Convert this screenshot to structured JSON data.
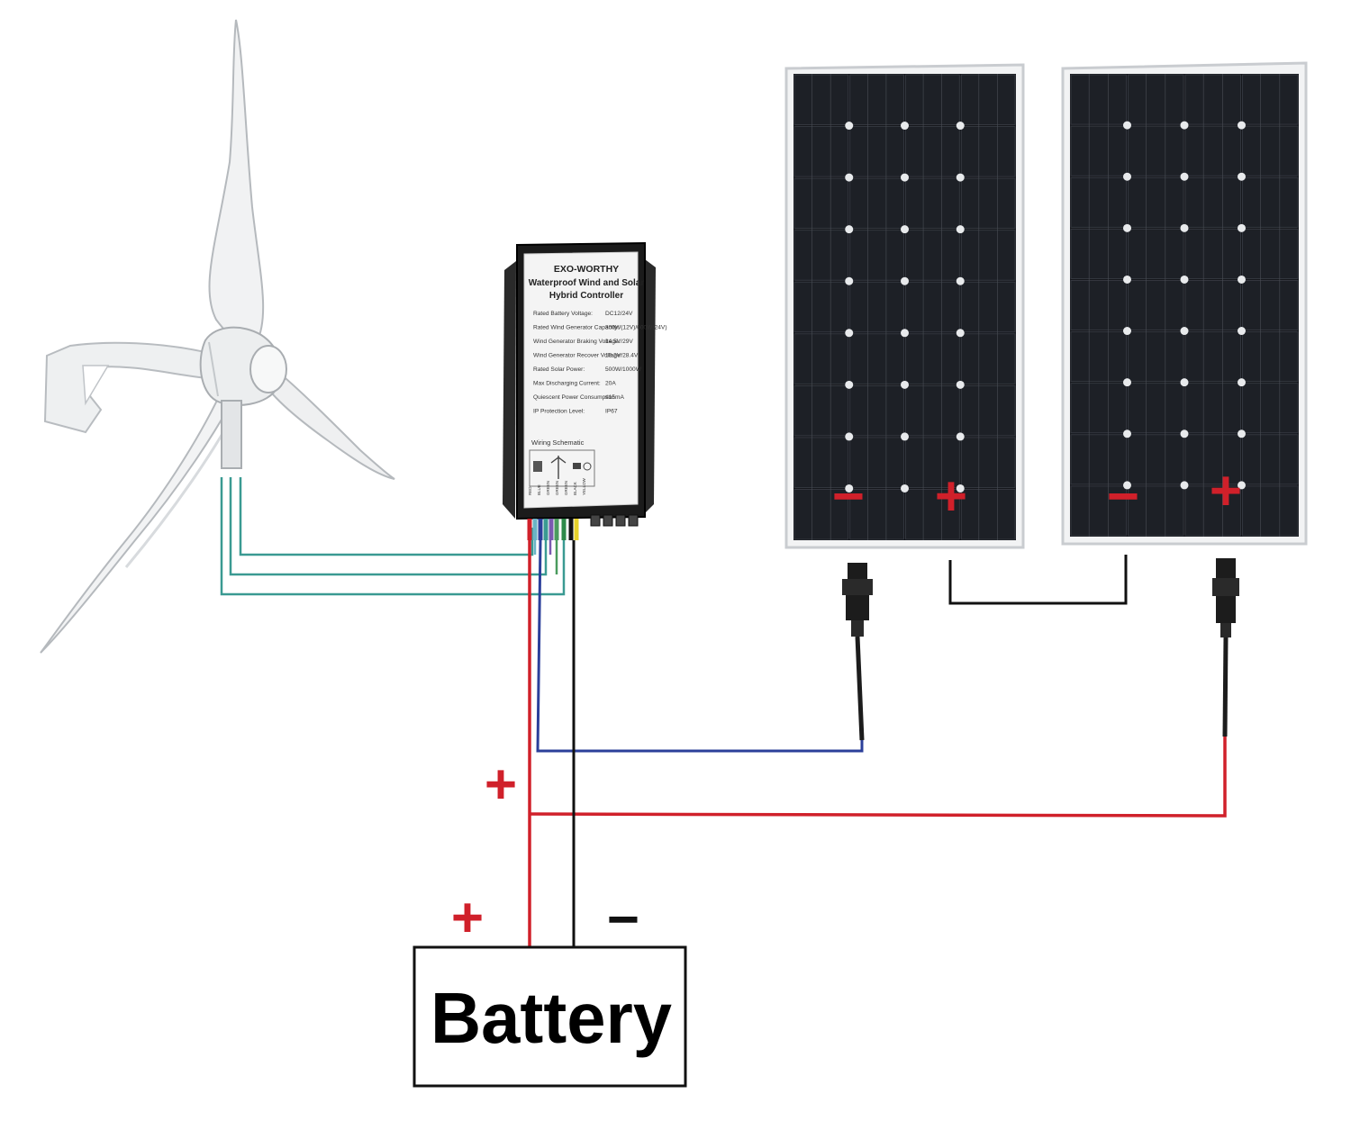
{
  "colors": {
    "wire_red": "#d0202a",
    "wire_blue": "#2b3f9a",
    "wire_black": "#111111",
    "wire_teal": "#3a9a92",
    "panel_cell": "#15171c",
    "panel_frame": "#c9ccd0",
    "controller_body": "#1b1b1b",
    "controller_label": "#f4f4f4",
    "sign_red": "#d0202a"
  },
  "controller": {
    "brand": "EXO-WORTHY",
    "title_line1": "Waterproof Wind and Solar",
    "title_line2": "Hybrid Controller",
    "specs": [
      {
        "label": "Rated Battery Voltage:",
        "value": "DC12/24V"
      },
      {
        "label": "Rated Wind Generator Capacity:",
        "value": "300W(12V)/600W(24V)"
      },
      {
        "label": "Wind Generator Braking Voltage:",
        "value": "14.5V/29V"
      },
      {
        "label": "Wind Generator Recover Voltage:",
        "value": "13.2V/28.4V"
      },
      {
        "label": "Rated Solar Power:",
        "value": "500W/1000W"
      },
      {
        "label": "Max Discharging Current:",
        "value": "20A"
      },
      {
        "label": "Quiescent Power Consumption:",
        "value": "≤15mA"
      },
      {
        "label": "IP Protection Level:",
        "value": "IP67"
      }
    ],
    "schematic_label": "Wiring Schematic",
    "wire_colors": [
      "RED",
      "BLUE",
      "GREEN",
      "GREEN",
      "GREEN",
      "BLACK",
      "YELLOW"
    ]
  },
  "panels": [
    {
      "negative": "−",
      "positive": "+"
    },
    {
      "negative": "−",
      "positive": "+"
    }
  ],
  "wiring_signs": {
    "plus_upper": "+",
    "plus_battery": "+",
    "minus_battery": "−"
  },
  "battery": {
    "label": "Battery"
  }
}
